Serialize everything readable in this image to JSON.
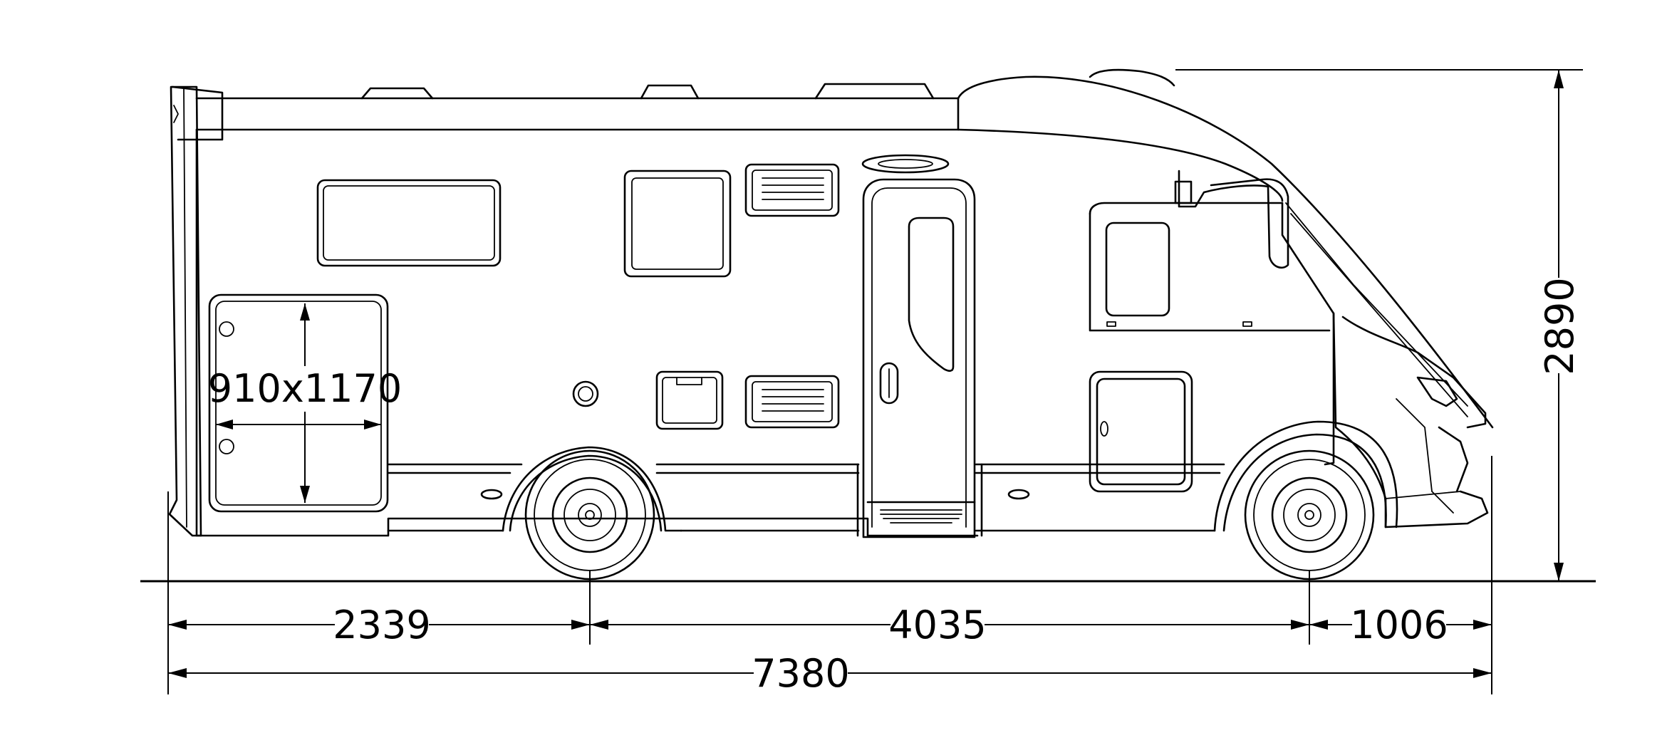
{
  "dimensions": {
    "door": "910x1170",
    "rear_overhang": "2339",
    "wheelbase": "4035",
    "front_overhang": "1006",
    "overall_length": "7380",
    "overall_height": "2890"
  }
}
